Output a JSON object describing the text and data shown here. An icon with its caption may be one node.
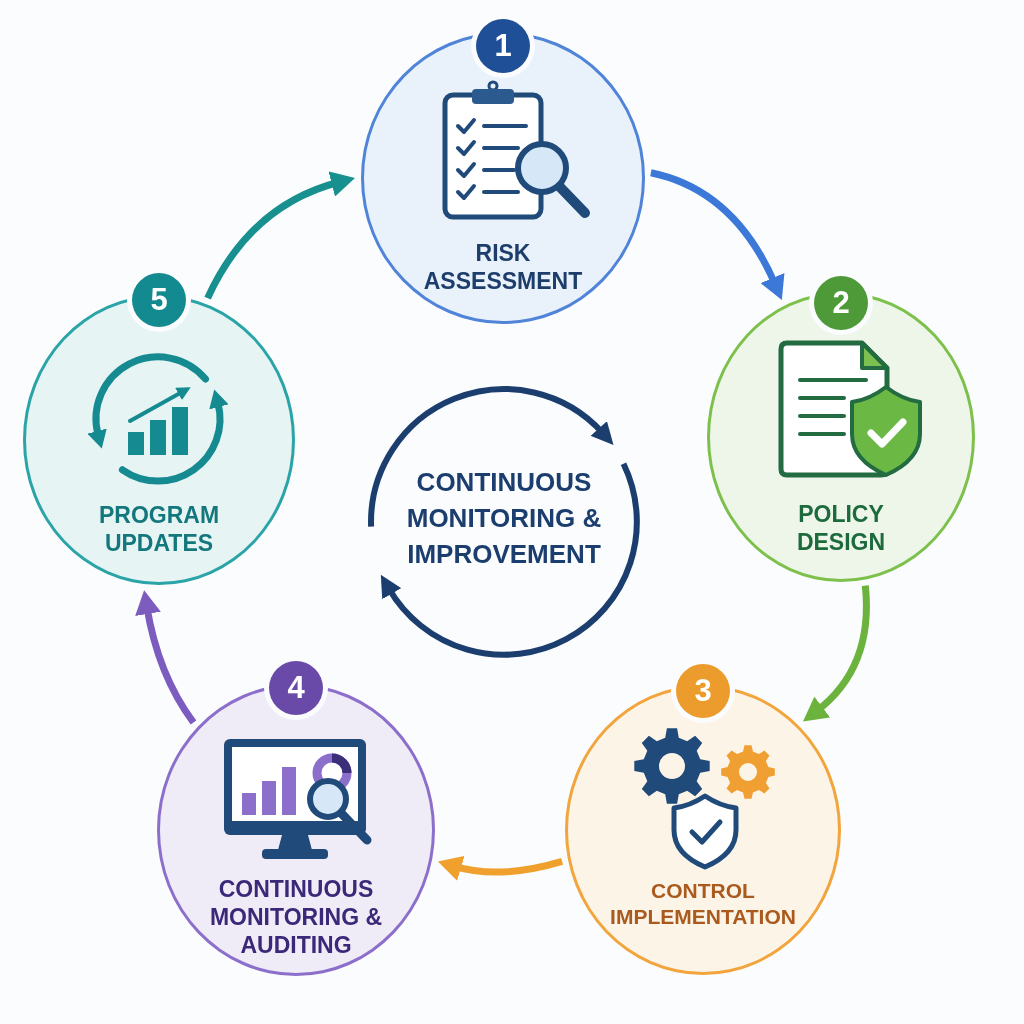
{
  "diagram": {
    "nodes": [
      {
        "text": [
          "1",
          "RISK ASSESSMENT"
        ]
      },
      {
        "text": [
          "2",
          "POLICY DESIGN"
        ]
      },
      {
        "text": [
          "3",
          "CONTROL IMPLEMENTATION"
        ]
      },
      {
        "text": [
          "4",
          "CONTINUOUS MONITORING & AUDITING"
        ]
      },
      {
        "text": [
          "5",
          "PROGRAM UPDATES"
        ]
      },
      {
        "text": [
          "CONTINUOUS MONITORING & IMPROVEMENT"
        ]
      }
    ],
    "edges": [
      {
        "from": 0,
        "to": 1,
        "arrow": "to",
        "color": "#3b78d8"
      },
      {
        "from": 1,
        "to": 2,
        "arrow": "to",
        "color": "#6cb33e"
      },
      {
        "from": 2,
        "to": 3,
        "arrow": "to",
        "color": "#f0a02c"
      },
      {
        "from": 3,
        "to": 4,
        "arrow": "to",
        "color": "#7d5cc0"
      },
      {
        "from": 4,
        "to": 0,
        "arrow": "to",
        "color": "#17908f"
      }
    ]
  }
}
